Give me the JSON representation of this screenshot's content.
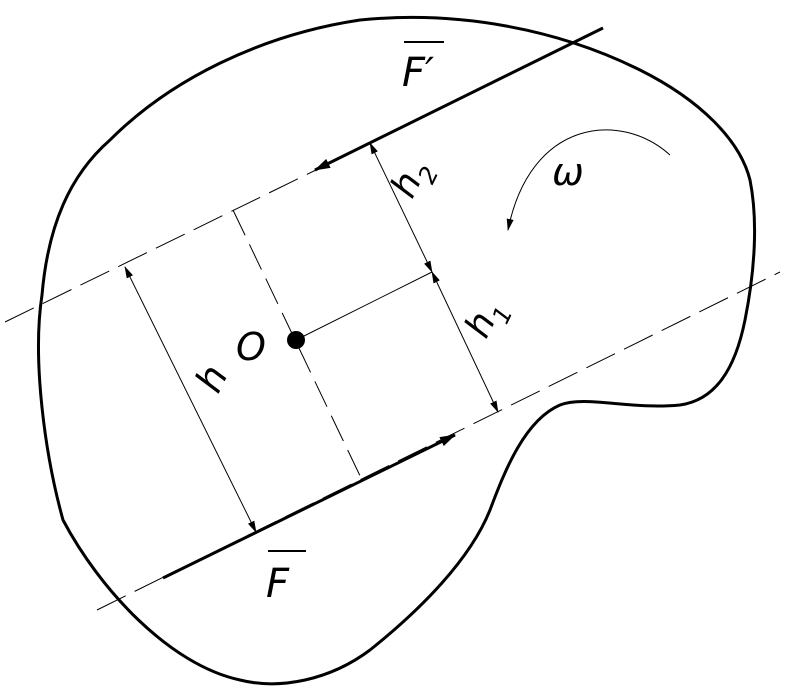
{
  "labels": {
    "force_top": "F′",
    "force_bottom": "F",
    "center": "O",
    "omega": "ω",
    "h": "h",
    "h1": "h",
    "h1_sub": "1",
    "h2": "h",
    "h2_sub": "2"
  },
  "colors": {
    "stroke": "#000000",
    "background": "#ffffff"
  }
}
